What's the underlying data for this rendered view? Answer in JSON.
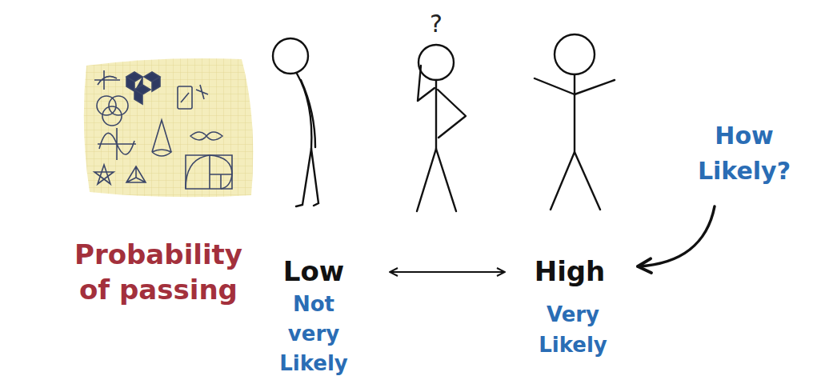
{
  "diagram": {
    "labels": [
      "?",
      "Probability of passing",
      "Low",
      "Not very Likely",
      "High",
      "Very Likely",
      "How Likely?"
    ]
  }
}
